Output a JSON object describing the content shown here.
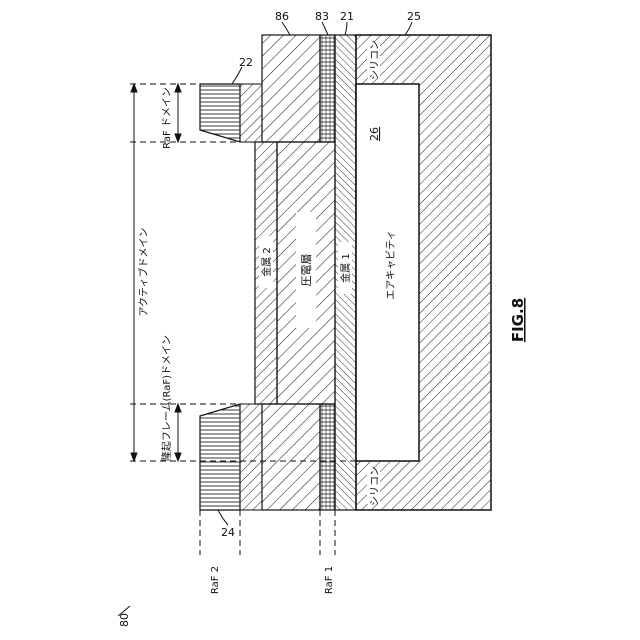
{
  "figure": {
    "label": "FIG.8",
    "ref_main": "80"
  },
  "layers": {
    "silicon_top": "シリコン",
    "silicon_bottom": "シリコン",
    "metal2": "金属 2",
    "piezo": "圧電層",
    "metal1": "金属 1",
    "air_cavity": "エアキャビティ",
    "cavity_ref": "26"
  },
  "dimensions": {
    "active_domain": "アクティブドメイン",
    "raf_domain": "RaF ドメイン",
    "raised_frame_domain": "隆起フレーム(RaF)ドメイン",
    "raf1": "RaF 1",
    "raf2": "RaF 2"
  },
  "refs": {
    "r86": "86",
    "r83": "83",
    "r21": "21",
    "r25": "25",
    "r22": "22",
    "r24": "24"
  }
}
